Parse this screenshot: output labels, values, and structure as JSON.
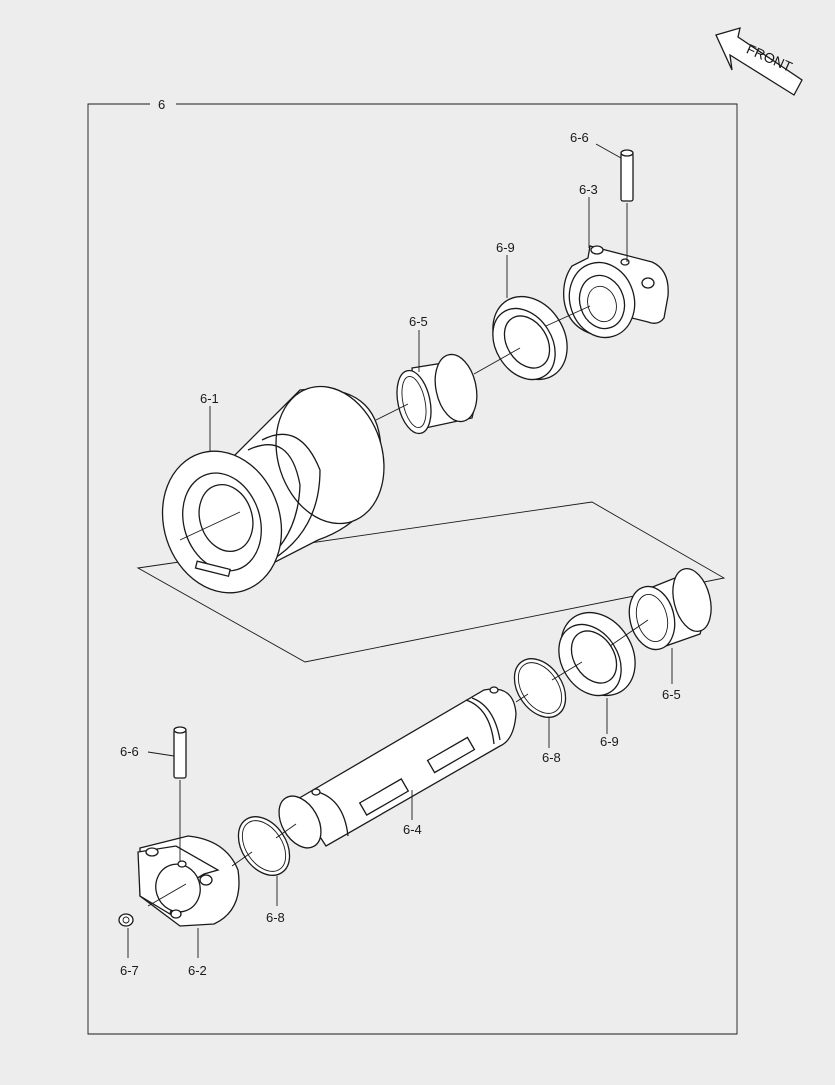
{
  "diagram": {
    "group_label": "6",
    "front_label": "FRONT",
    "parts": [
      {
        "id": "p61",
        "label": "6-1"
      },
      {
        "id": "p62",
        "label": "6-2"
      },
      {
        "id": "p63",
        "label": "6-3"
      },
      {
        "id": "p64",
        "label": "6-4"
      },
      {
        "id": "p65a",
        "label": "6-5"
      },
      {
        "id": "p65b",
        "label": "6-5"
      },
      {
        "id": "p66a",
        "label": "6-6"
      },
      {
        "id": "p66b",
        "label": "6-6"
      },
      {
        "id": "p67",
        "label": "6-7"
      },
      {
        "id": "p68a",
        "label": "6-8"
      },
      {
        "id": "p68b",
        "label": "6-8"
      },
      {
        "id": "p69a",
        "label": "6-9"
      },
      {
        "id": "p69b",
        "label": "6-9"
      }
    ]
  }
}
